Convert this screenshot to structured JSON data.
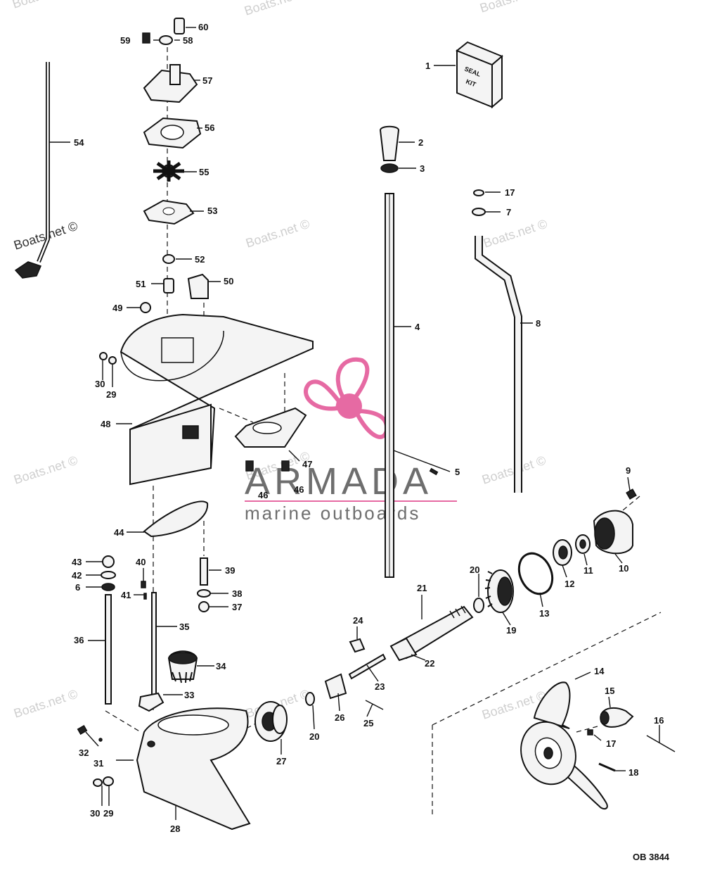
{
  "watermark": "Boats.net ©",
  "brand": {
    "title": "ARMADA",
    "subtitle": "marine outboards",
    "logo_colors": {
      "primary": "#e66aa3",
      "light": "#f3b7d4"
    }
  },
  "kit_label": {
    "line1": "SEAL",
    "line2": "KIT"
  },
  "drawing_code": "OB 3844",
  "callouts": {
    "c1": "1",
    "c2": "2",
    "c3": "3",
    "c4": "4",
    "c5": "5",
    "c6": "6",
    "c7": "7",
    "c8": "8",
    "c9": "9",
    "c10": "10",
    "c11": "11",
    "c12": "12",
    "c13": "13",
    "c14": "14",
    "c15": "15",
    "c16": "16",
    "c17a": "17",
    "c17b": "17",
    "c18": "18",
    "c19": "19",
    "c20a": "20",
    "c20b": "20",
    "c21": "21",
    "c22": "22",
    "c23": "23",
    "c24": "24",
    "c25": "25",
    "c26": "26",
    "c27": "27",
    "c28": "28",
    "c29a": "29",
    "c29b": "29",
    "c30a": "30",
    "c30b": "30",
    "c31": "31",
    "c32": "32",
    "c33": "33",
    "c34": "34",
    "c35": "35",
    "c36": "36",
    "c37": "37",
    "c38": "38",
    "c39": "39",
    "c40": "40",
    "c41": "41",
    "c42": "42",
    "c43": "43",
    "c44": "44",
    "c46a": "46",
    "c46b": "46",
    "c47": "47",
    "c48": "48",
    "c49": "49",
    "c50": "50",
    "c51": "51",
    "c52": "52",
    "c53": "53",
    "c54": "54",
    "c55": "55",
    "c56": "56",
    "c57": "57",
    "c58": "58",
    "c59": "59",
    "c60": "60"
  }
}
